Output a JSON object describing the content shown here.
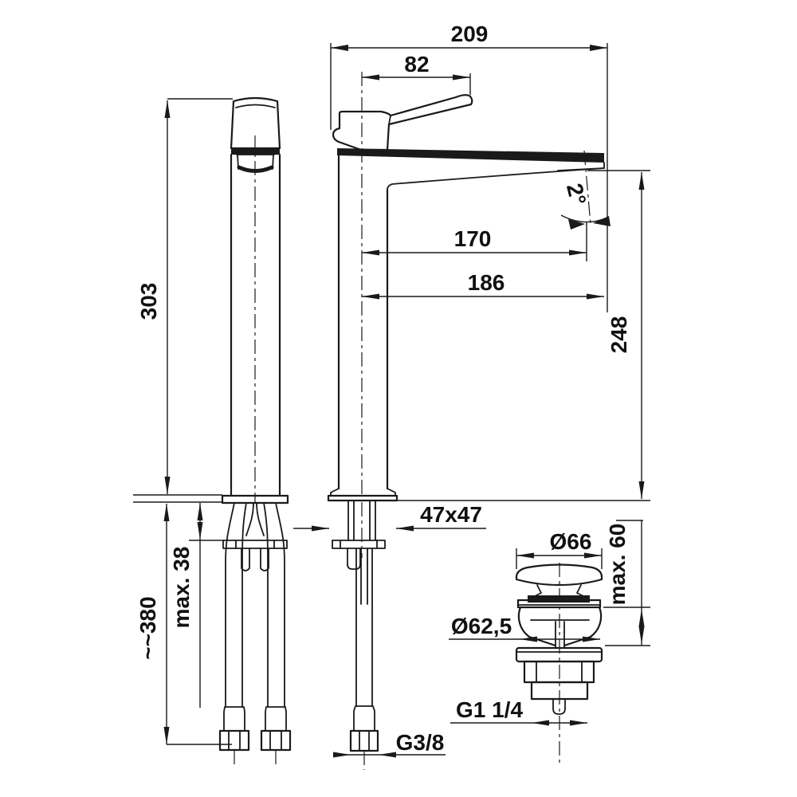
{
  "drawing": {
    "type": "technical-dimension-drawing",
    "subject": "tall single-lever basin mixer tap with click-clack waste, three views",
    "background_color": "#ffffff",
    "line_color": "#1a1a1a",
    "dimensions": {
      "overall_length": "209",
      "handle_reach": "82",
      "spout_angle": "2°",
      "spout_reach": "170",
      "spout_tip_reach": "186",
      "outlet_height": "248",
      "body_height": "303",
      "max_deck_thickness": "max. 38",
      "hose_length": "~~380",
      "base_footprint": "47x47",
      "supply_thread": "G3/8",
      "drain_cap_diameter": "Ø66",
      "drain_max_thickness": "max. 60",
      "drain_body_diameter": "Ø62,5",
      "drain_thread": "G1 1/4"
    }
  }
}
